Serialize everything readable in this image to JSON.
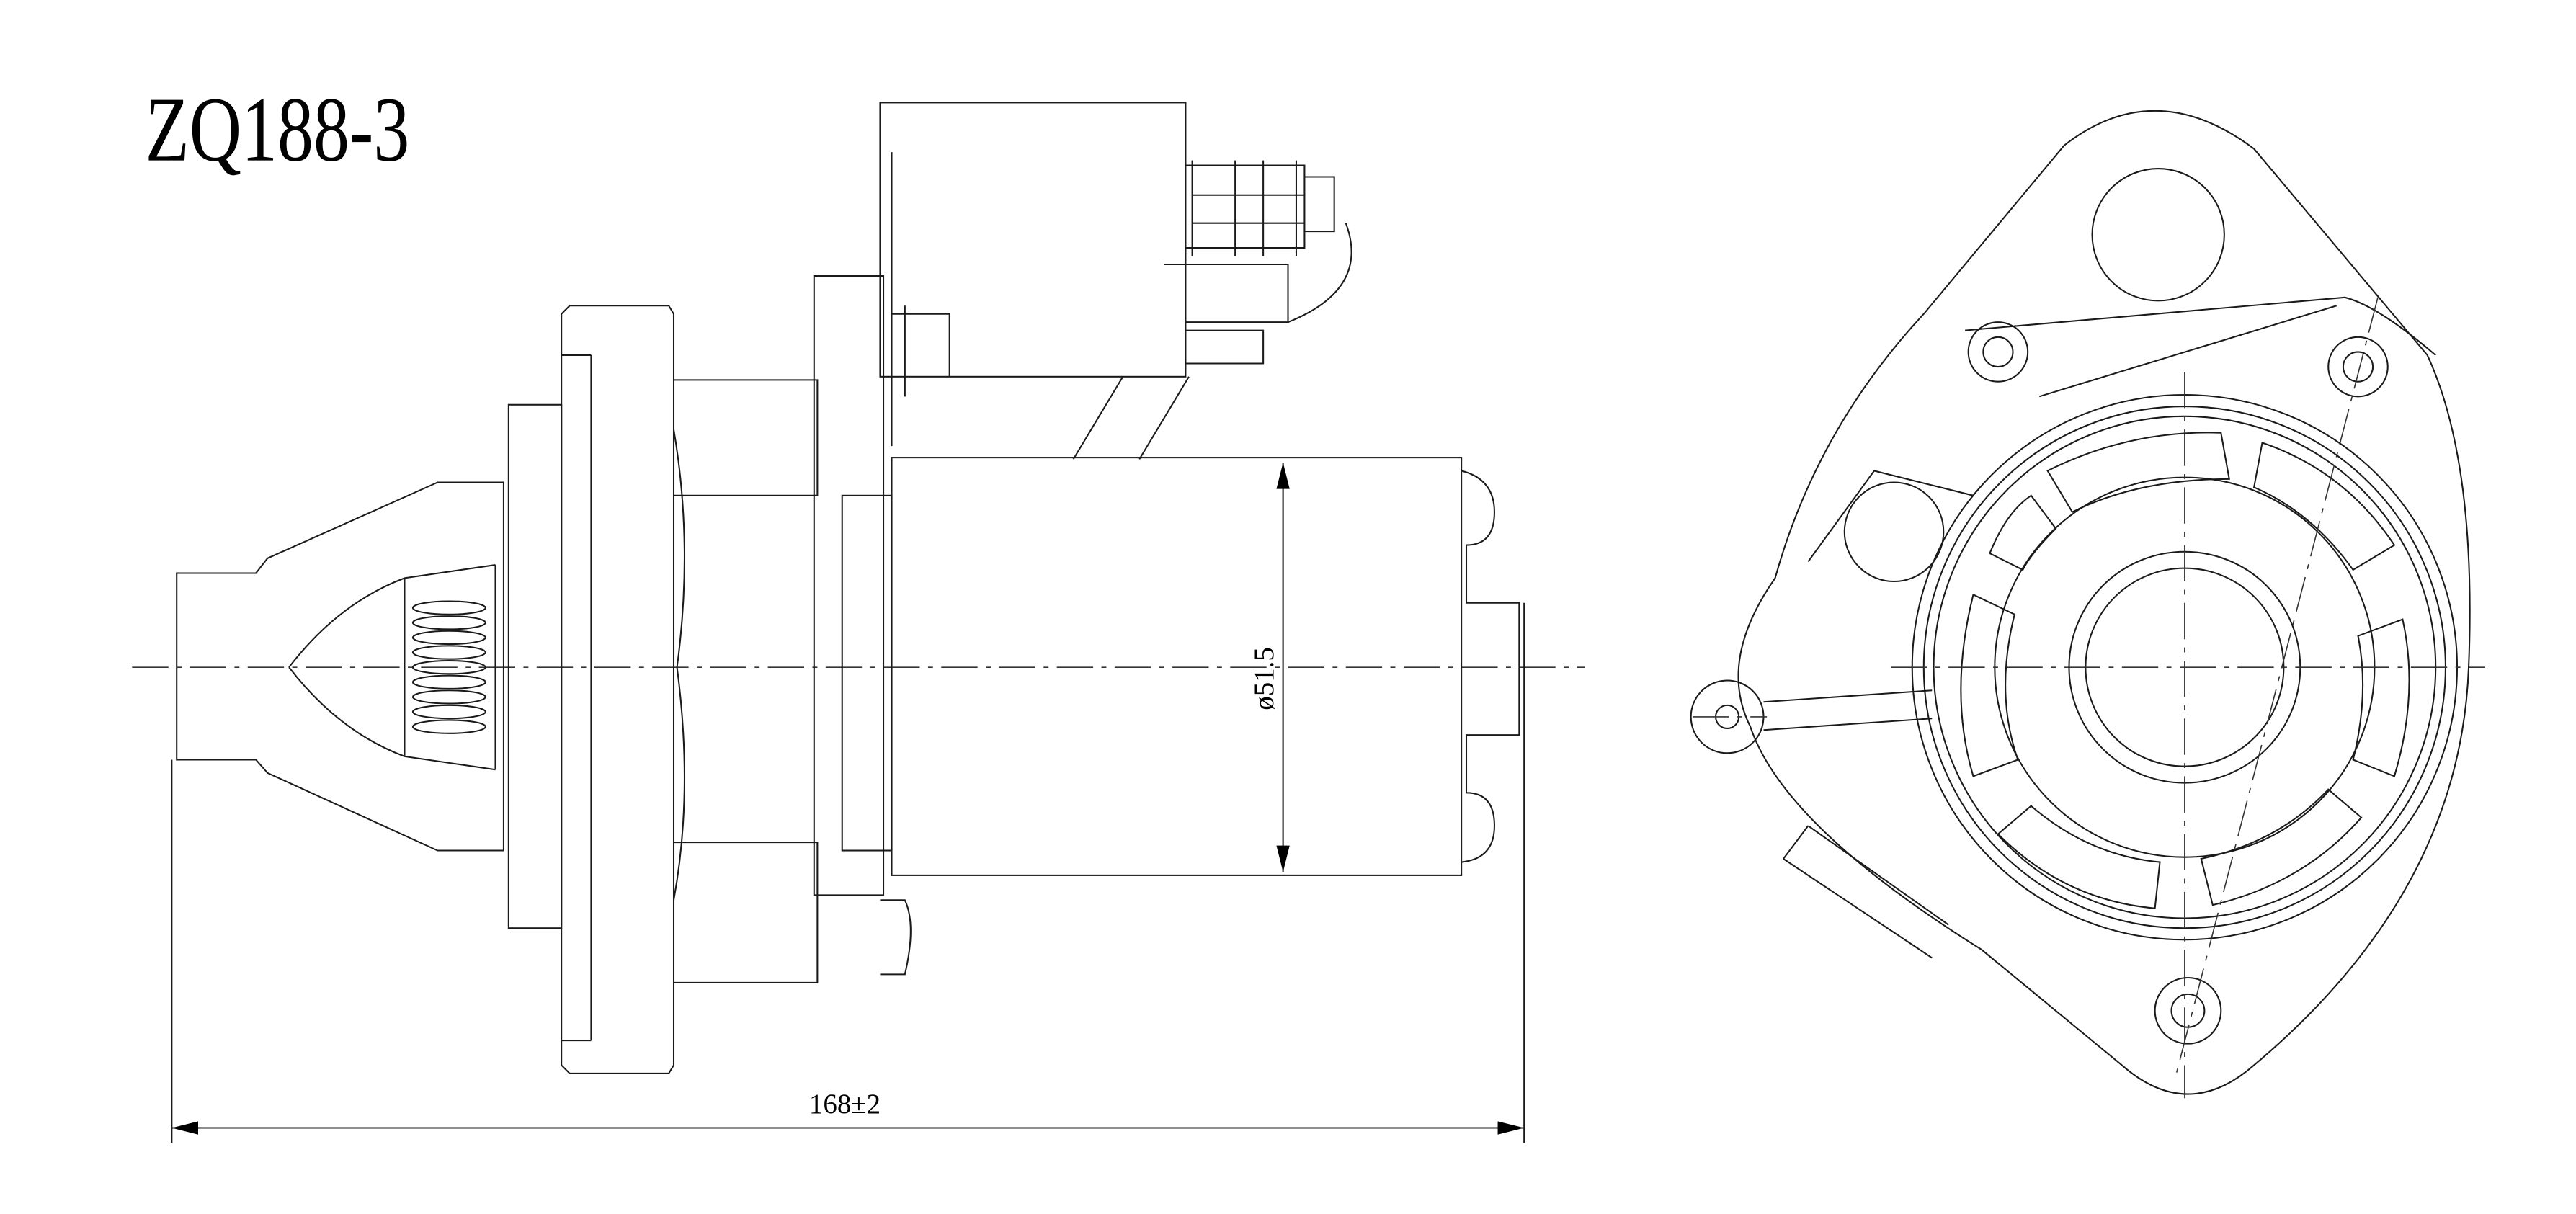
{
  "drawing": {
    "title": "ZQ188-3",
    "diameter_dimension": "ø51.5",
    "length_dimension": "168±2"
  },
  "colors": {
    "line": "#1a1a1a",
    "background": "#ffffff"
  }
}
